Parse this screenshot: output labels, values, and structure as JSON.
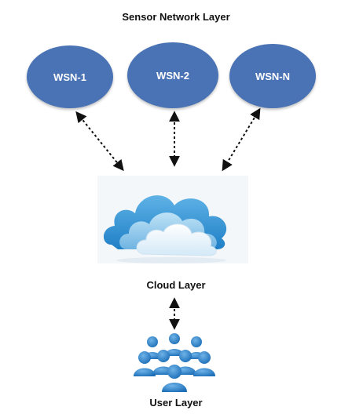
{
  "sensor_layer": {
    "title": "Sensor Network Layer",
    "nodes": [
      "WSN-1",
      "WSN-2",
      "WSN-N"
    ]
  },
  "cloud_layer": {
    "title": "Cloud Layer"
  },
  "user_layer": {
    "title": "User Layer"
  },
  "colors": {
    "node_fill": "#4a73b5",
    "node_text": "#ffffff",
    "cloud_dark": "#2f8fd0",
    "cloud_mid": "#6fb6e3",
    "cloud_light": "#d7ecf8",
    "user_fill": "#2f7fc4",
    "arrow": "#111111"
  },
  "icons": {
    "cloud": "cloud-icon",
    "users": "users-group-icon"
  }
}
